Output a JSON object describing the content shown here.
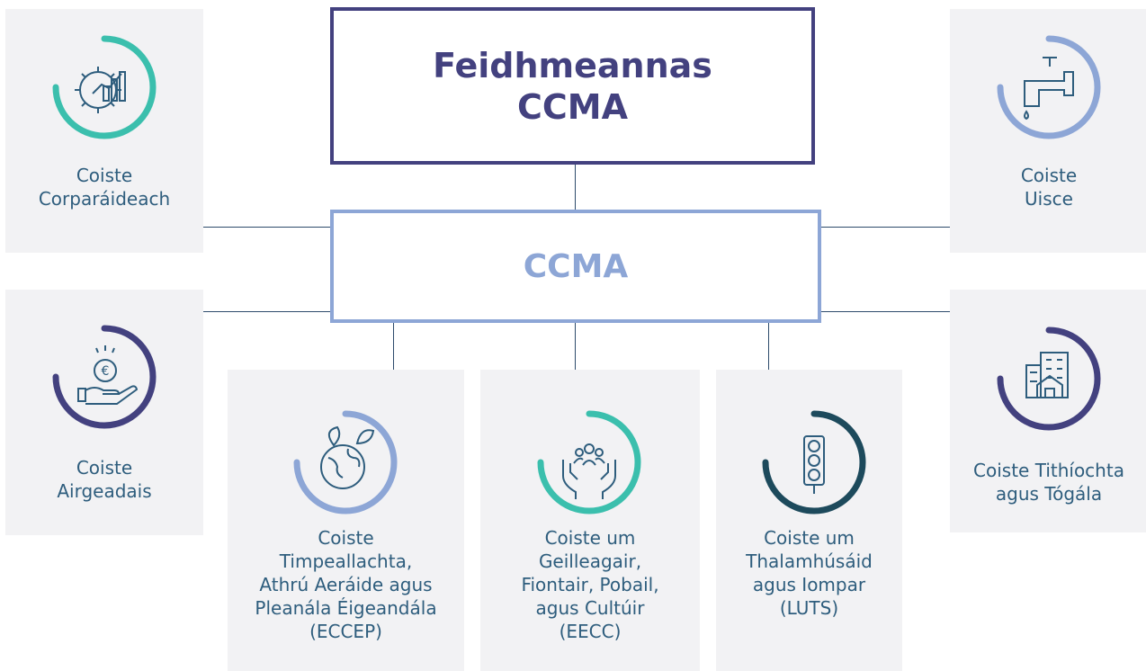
{
  "executive": {
    "title": "Feidhmeannas\nCCMA"
  },
  "center": {
    "title": "CCMA"
  },
  "committees": [
    {
      "label": "Coiste\nCorparáideach",
      "icon": "gear-chart-icon",
      "ring_color": "#3bbfad"
    },
    {
      "label": "Coiste\nAirgeadais",
      "icon": "euro-coin-hand-icon",
      "ring_color": "#43417f"
    },
    {
      "label": "Coiste\nUisce",
      "icon": "water-tap-icon",
      "ring_color": "#8da6d6"
    },
    {
      "label": "Coiste Tithíochta\nagus Tógála",
      "icon": "buildings-icon",
      "ring_color": "#43417f"
    },
    {
      "label": "Coiste\nTimpeallachta,\nAthrú Aeráide agus\nPleanála Éigeandála\n(ECCEP)",
      "icon": "globe-leaf-icon",
      "ring_color": "#8da6d6"
    },
    {
      "label": "Coiste um\nGeilleagair,\nFiontair, Pobail,\nagus Cultúir\n(EECC)",
      "icon": "community-hands-icon",
      "ring_color": "#3bbfad"
    },
    {
      "label": "Coiste um\nThalamhúsáid\nagus Iompar\n(LUTS)",
      "icon": "traffic-light-icon",
      "ring_color": "#1d4a5c"
    }
  ]
}
